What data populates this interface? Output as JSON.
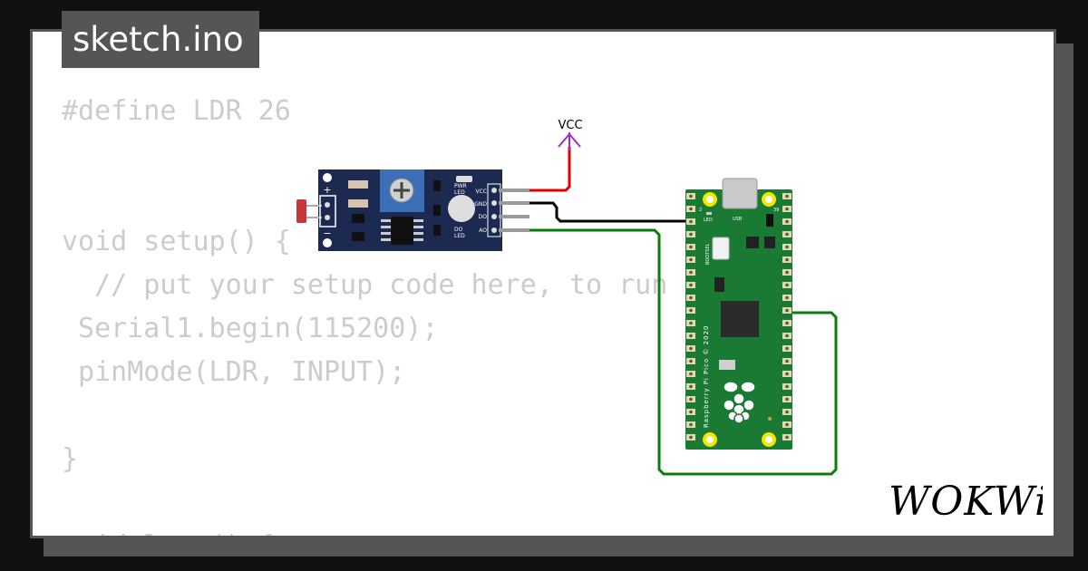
{
  "file_tab": {
    "title": "sketch.ino"
  },
  "code": {
    "lines": [
      "#define LDR 26",
      "",
      "",
      "void setup() {",
      "  // put your setup code here, to run once:",
      " Serial1.begin(115200);",
      " pinMode(LDR, INPUT);",
      "",
      "}",
      "",
      "void loop() {"
    ]
  },
  "circuit": {
    "vcc_label": "VCC",
    "ldr_module": {
      "plus": "+",
      "minus": "−",
      "pin_labels": [
        "VCC",
        "GND",
        "DO",
        "AO"
      ],
      "pwr_led": [
        "PWR",
        "LED"
      ],
      "do_led": [
        "DO",
        "LED"
      ]
    },
    "pico": {
      "pin_left": "2",
      "pin_right": "39",
      "led_label": "LED",
      "usb_label": "USB",
      "bootsel_label": "BOOTSEL",
      "board_label": "Raspberry Pi Pico © 2020"
    },
    "wire_colors": {
      "vcc": "#e00000",
      "gnd": "#000000",
      "ao": "#0a7d0a",
      "vcc_symbol": "#9b30c8"
    }
  },
  "brand": {
    "name": "WOKWi"
  }
}
